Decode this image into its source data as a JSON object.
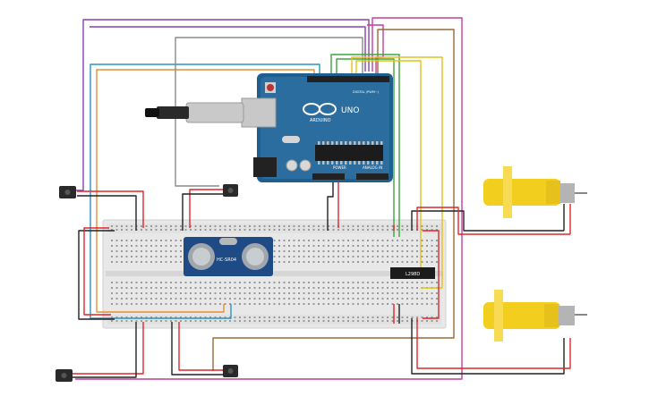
{
  "arduino": {
    "brand": "ARDUINO",
    "model": "UNO",
    "digital_label": "DIGITAL (PWM~)",
    "power_label": "POWER",
    "analog_label": "ANALOG IN",
    "color": "#1f5f8f"
  },
  "sensor": {
    "model": "HC-SR04",
    "color": "#1e4a86"
  },
  "driver": {
    "label": "L298D"
  },
  "motors": {
    "color": "#f2cf1e"
  },
  "breadboard": {
    "color": "#e8e8e8"
  },
  "wire_colors": {
    "red": "#e0252a",
    "black": "#222222",
    "purple": "#8a3fb0",
    "magenta": "#c43c9e",
    "teal": "#2896c0",
    "orange": "#e8902e",
    "gray": "#8a8a8a",
    "green": "#3ea33e",
    "yellow": "#e2c21a",
    "brown": "#9a6a3a"
  }
}
